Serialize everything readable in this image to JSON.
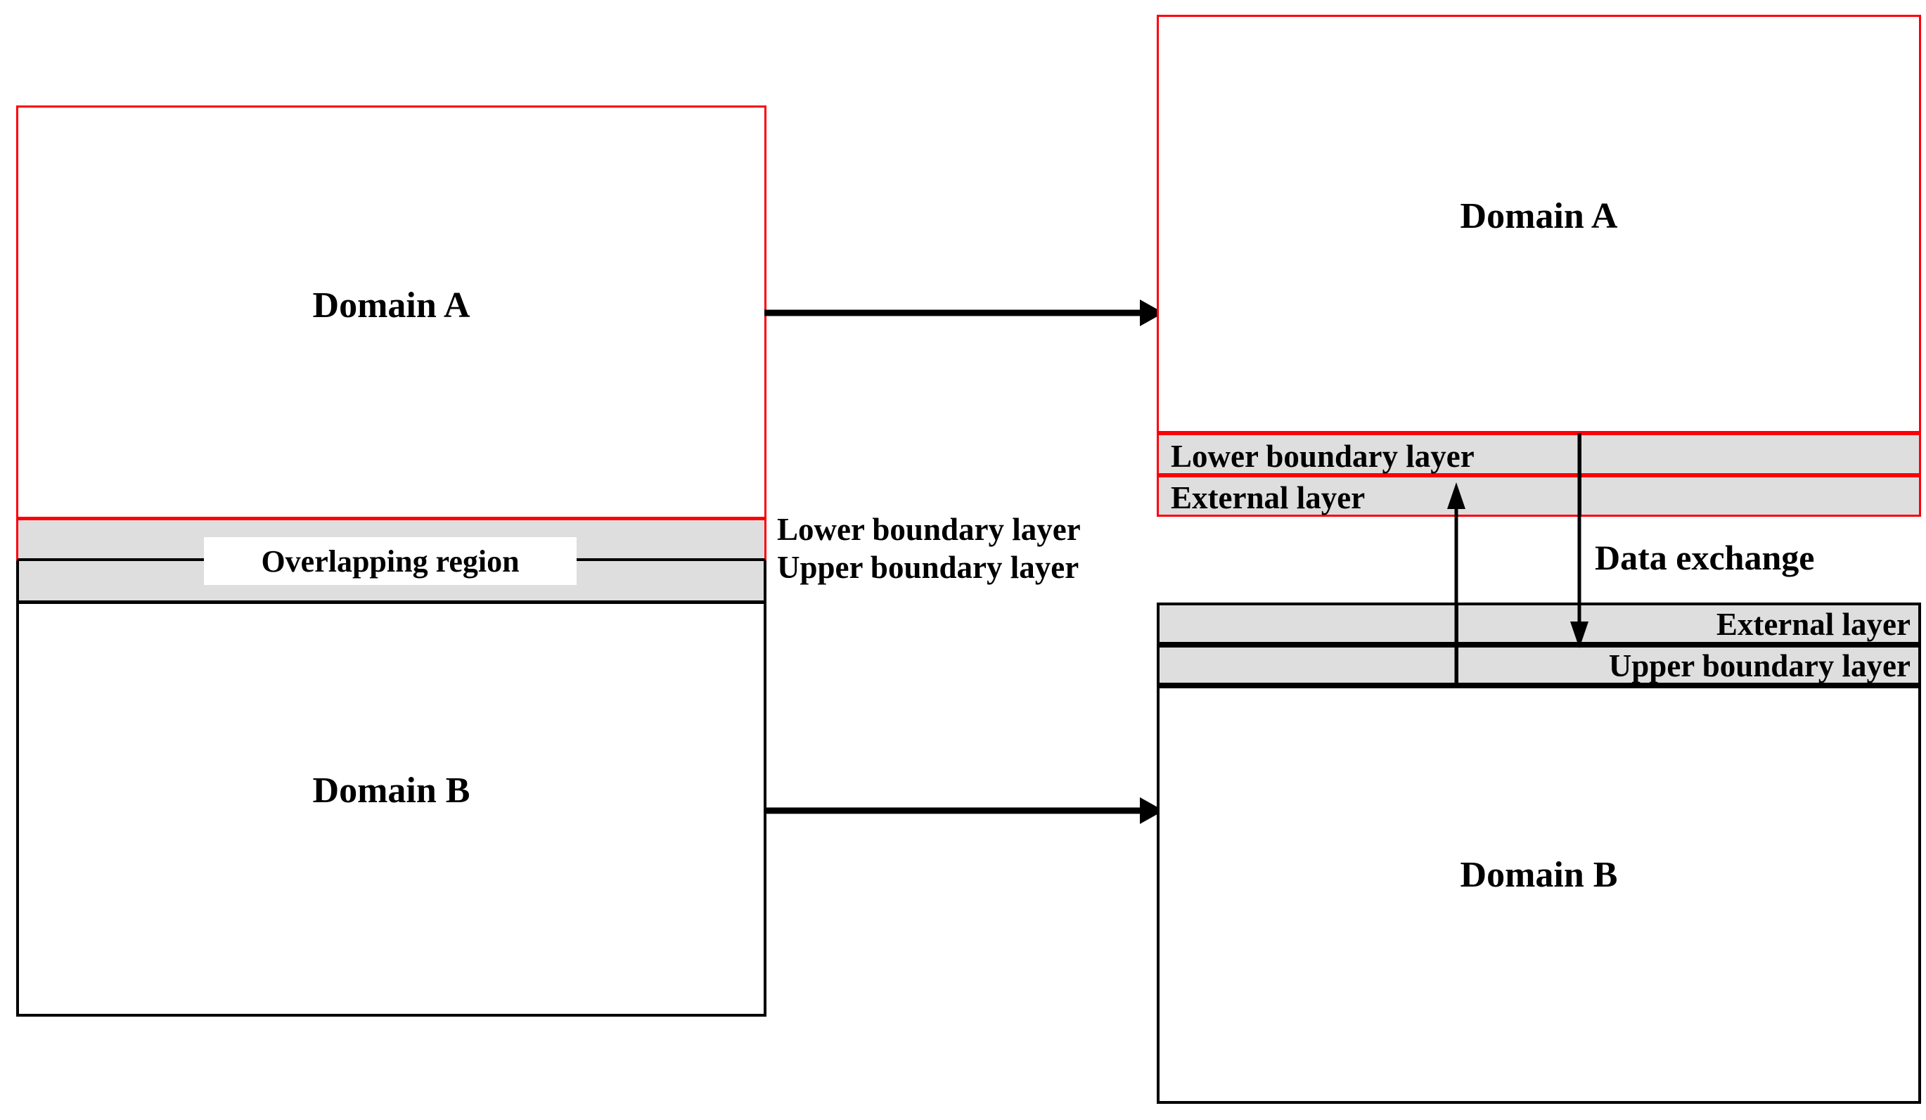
{
  "diagram": {
    "title": "Overlapping-domain coupling and data exchange schematic",
    "colors": {
      "domain_a_border": "#fb0007",
      "domain_b_border": "#000000",
      "layer_fill": "#dededf",
      "background": "#ffffff",
      "text": "#000000"
    },
    "left_panel": {
      "domain_a_label": "Domain A",
      "domain_b_label": "Domain B",
      "overlap_label": "Overlapping region",
      "layer_labels": {
        "lower": "Lower boundary layer",
        "upper": "Upper boundary layer"
      }
    },
    "right_panel": {
      "domain_a_label": "Domain A",
      "domain_b_label": "Domain B",
      "domain_a_layers": [
        {
          "name": "Lower boundary layer",
          "align": "left"
        },
        {
          "name": "External layer",
          "align": "left"
        }
      ],
      "domain_b_layers": [
        {
          "name": "External layer",
          "align": "right"
        },
        {
          "name": "Upper boundary layer",
          "align": "right"
        }
      ],
      "exchange_label": "Data exchange"
    },
    "arrows": {
      "top_transfer": "domain-a-decomposition-arrow",
      "bottom_transfer": "domain-b-decomposition-arrow",
      "up_exchange": "upward-data-arrow",
      "down_exchange": "downward-data-arrow"
    }
  }
}
